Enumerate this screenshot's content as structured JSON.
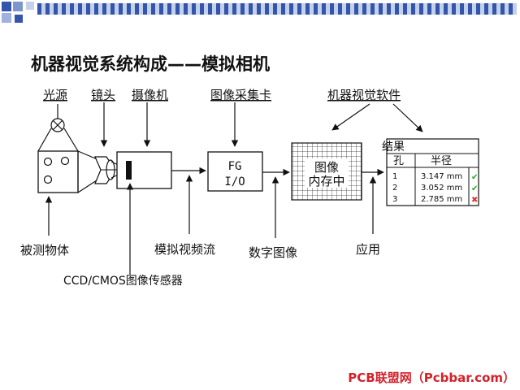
{
  "title": "机器视觉系统构成——模拟相机",
  "top_labels": {
    "light_source": "光源",
    "lens": "镜头",
    "camera": "摄像机",
    "frame_grabber": "图像采集卡",
    "vision_software": "机器视觉软件"
  },
  "bottom_labels": {
    "object": "被测物体",
    "sensor": "CCD/CMOS图像传感器",
    "analog_video": "模拟视频流",
    "digital_image": "数字图像",
    "application": "应用"
  },
  "frame_grabber_box": {
    "line1": "FG",
    "line2": "I/O"
  },
  "memory_box": {
    "line1": "图像",
    "line2": "内存中"
  },
  "results": {
    "title": "结果",
    "headers": [
      "孔",
      "半径"
    ],
    "rows": [
      {
        "id": "1",
        "value": "3.147 mm",
        "status": "pass"
      },
      {
        "id": "2",
        "value": "3.052 mm",
        "status": "pass"
      },
      {
        "id": "3",
        "value": "2.785 mm",
        "status": "fail"
      }
    ]
  },
  "watermark": "PCB联盟网（Pcbbar.com）",
  "colors": {
    "accent_blue": "#3355aa",
    "pass": "#22aa22",
    "fail": "#dd3333",
    "watermark_bg": "#ffffff",
    "watermark_text": "#d2222a"
  }
}
